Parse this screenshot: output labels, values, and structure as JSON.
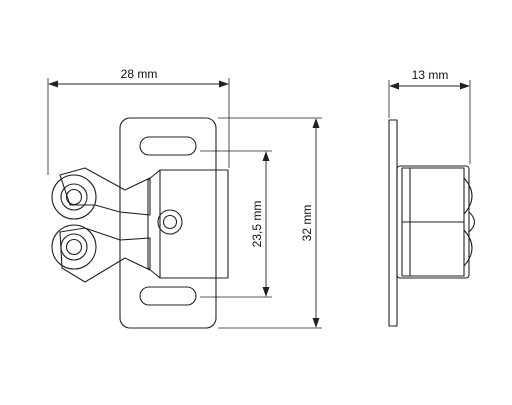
{
  "dimensions": {
    "width_front": "28 mm",
    "width_side": "13 mm",
    "inner_height": "23,5 mm",
    "total_height": "32 mm"
  }
}
